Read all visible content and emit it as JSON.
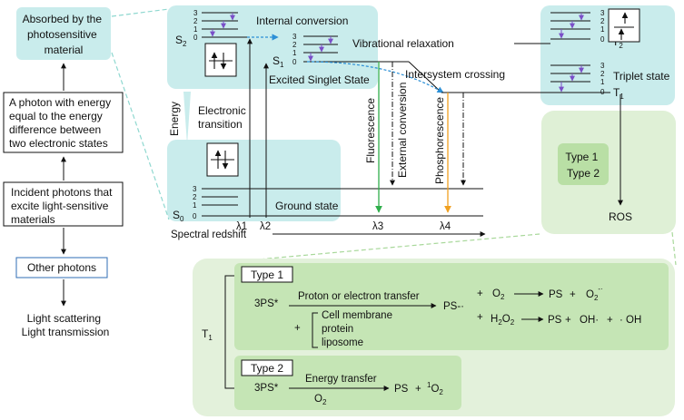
{
  "left_flow": {
    "absorbed": [
      "Absorbed by the",
      "photosensitive",
      "material"
    ],
    "photon_energy": [
      "A photon with energy",
      "equal to the energy",
      "difference between",
      "two electronic states"
    ],
    "incident": [
      "Incident photons that",
      "excite light-sensitive",
      "materials"
    ],
    "other_photons": "Other photons",
    "scattering": [
      "Light scattering",
      "Light transmission"
    ]
  },
  "jablonski": {
    "level_numbers": [
      "3",
      "2",
      "1",
      "0"
    ],
    "s2": "S",
    "s2_sub": "2",
    "s1": "S",
    "s1_sub": "1",
    "s0": "S",
    "s0_sub": "0",
    "t2": "T",
    "t2_sub": "2",
    "t1": "T",
    "t1_sub": "1",
    "internal_conversion": "Internal conversion",
    "vibrational_relaxation": "Vibrational relaxation",
    "excited_singlet_state": "Excited Singlet State",
    "intersystem_crossing": "Intersystem crossing",
    "triplet_state": "Triplet state",
    "ground_state": "Ground state",
    "energy": "Energy",
    "electronic_transition": [
      "Electronic",
      "transition"
    ],
    "fluorescence": "Fluorescence",
    "external_conversion": "External conversion",
    "phosphorescence": "Phosphorescence",
    "spectral_redshift": "Spectral redshift",
    "lambdas": [
      "λ1",
      "λ2",
      "λ3",
      "λ4"
    ],
    "type_box": [
      "Type 1",
      "Type 2"
    ],
    "ros": "ROS"
  },
  "mechanism": {
    "t1": "T",
    "t1_sub": "1",
    "type1_label": "Type 1",
    "ps_star": "3PS*",
    "proton_transfer": "Proton or electron transfer",
    "ps_radical": "PS-·",
    "plus": "+",
    "o2": "O",
    "o2_sub": "2",
    "ps": "PS",
    "superoxide": "O",
    "superoxide_sub": "2",
    "superoxide_sup": "-·",
    "substrates": [
      "Cell membrane",
      "protein",
      "liposome"
    ],
    "h2o2": "H",
    "h2o2_sub1": "2",
    "h2o2_o": "O",
    "h2o2_sub2": "2",
    "oh_radical1": "OH·",
    "oh_radical2": "· OH",
    "type2_label": "Type 2",
    "energy_transfer": "Energy transfer",
    "singlet_oxygen_sup": "1",
    "singlet_oxygen": "O",
    "singlet_oxygen_sub": "2"
  }
}
